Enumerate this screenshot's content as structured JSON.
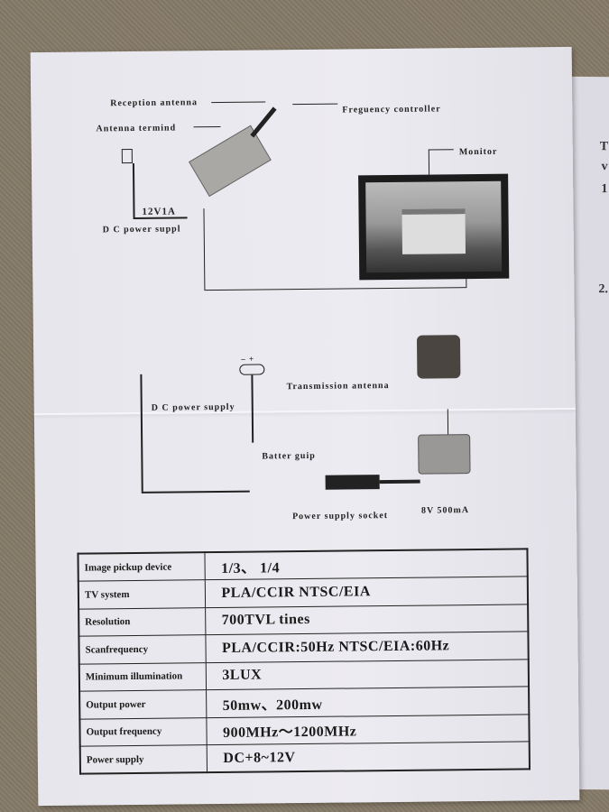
{
  "diagram_receiver": {
    "reception_antenna": "Reception antenna",
    "antenna_terminal": "Antenna termind",
    "frequency_controller": "Freguency controller",
    "monitor": "Monitor",
    "adapter_rating": "12V1A",
    "dc_power": "D C power suppl"
  },
  "diagram_camera": {
    "dc_power": "D C power supply",
    "polarity": "– +",
    "battery": "Batter guip",
    "transmission_antenna": "Transmission antenna",
    "power_socket": "Power supply socket",
    "camera_rating": "8V 500mA"
  },
  "specs": [
    {
      "label": "Image pickup device",
      "value": "1/3、 1/4"
    },
    {
      "label": "TV system",
      "value": "PLA/CCIR NTSC/EIA"
    },
    {
      "label": "Resolution",
      "value": "700TVL tines"
    },
    {
      "label": "Scanfrequency",
      "value": "PLA/CCIR:50Hz NTSC/EIA:60Hz"
    },
    {
      "label": "Minimum illumination",
      "value": "3LUX"
    },
    {
      "label": "Output power",
      "value": "50mw、200mw"
    },
    {
      "label": "Output frequency",
      "value": "900MHz～1200MHz"
    },
    {
      "label": "Power supply",
      "value": "DC+8~12V"
    }
  ],
  "next_page": {
    "t": "T",
    "v": "v",
    "n1": "1",
    "n2": "2."
  }
}
